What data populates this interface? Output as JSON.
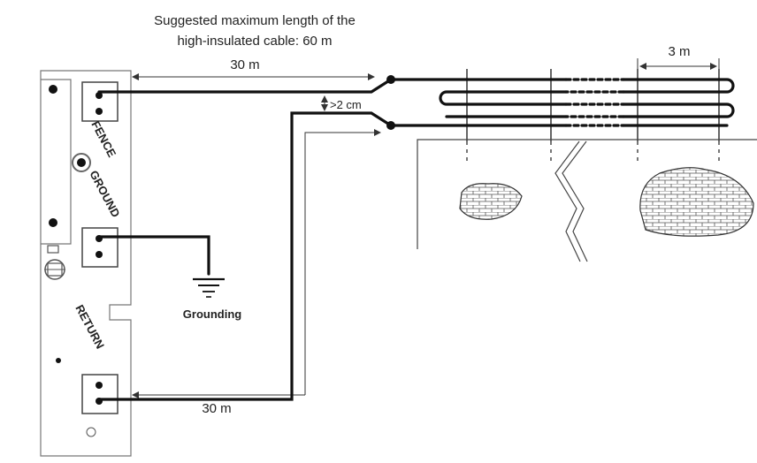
{
  "caption": {
    "line1": "Suggested maximum length of the",
    "line2": "high-insulated cable: 60 m"
  },
  "measurements": {
    "top_cable": "30 m",
    "bottom_cable": "30 m",
    "wire_spacing": "3 m",
    "clearance": ">2 cm"
  },
  "terminals": {
    "fence": "FENCE",
    "ground": "GROUND",
    "return": "RETURN"
  },
  "grounding_label": "Grounding"
}
